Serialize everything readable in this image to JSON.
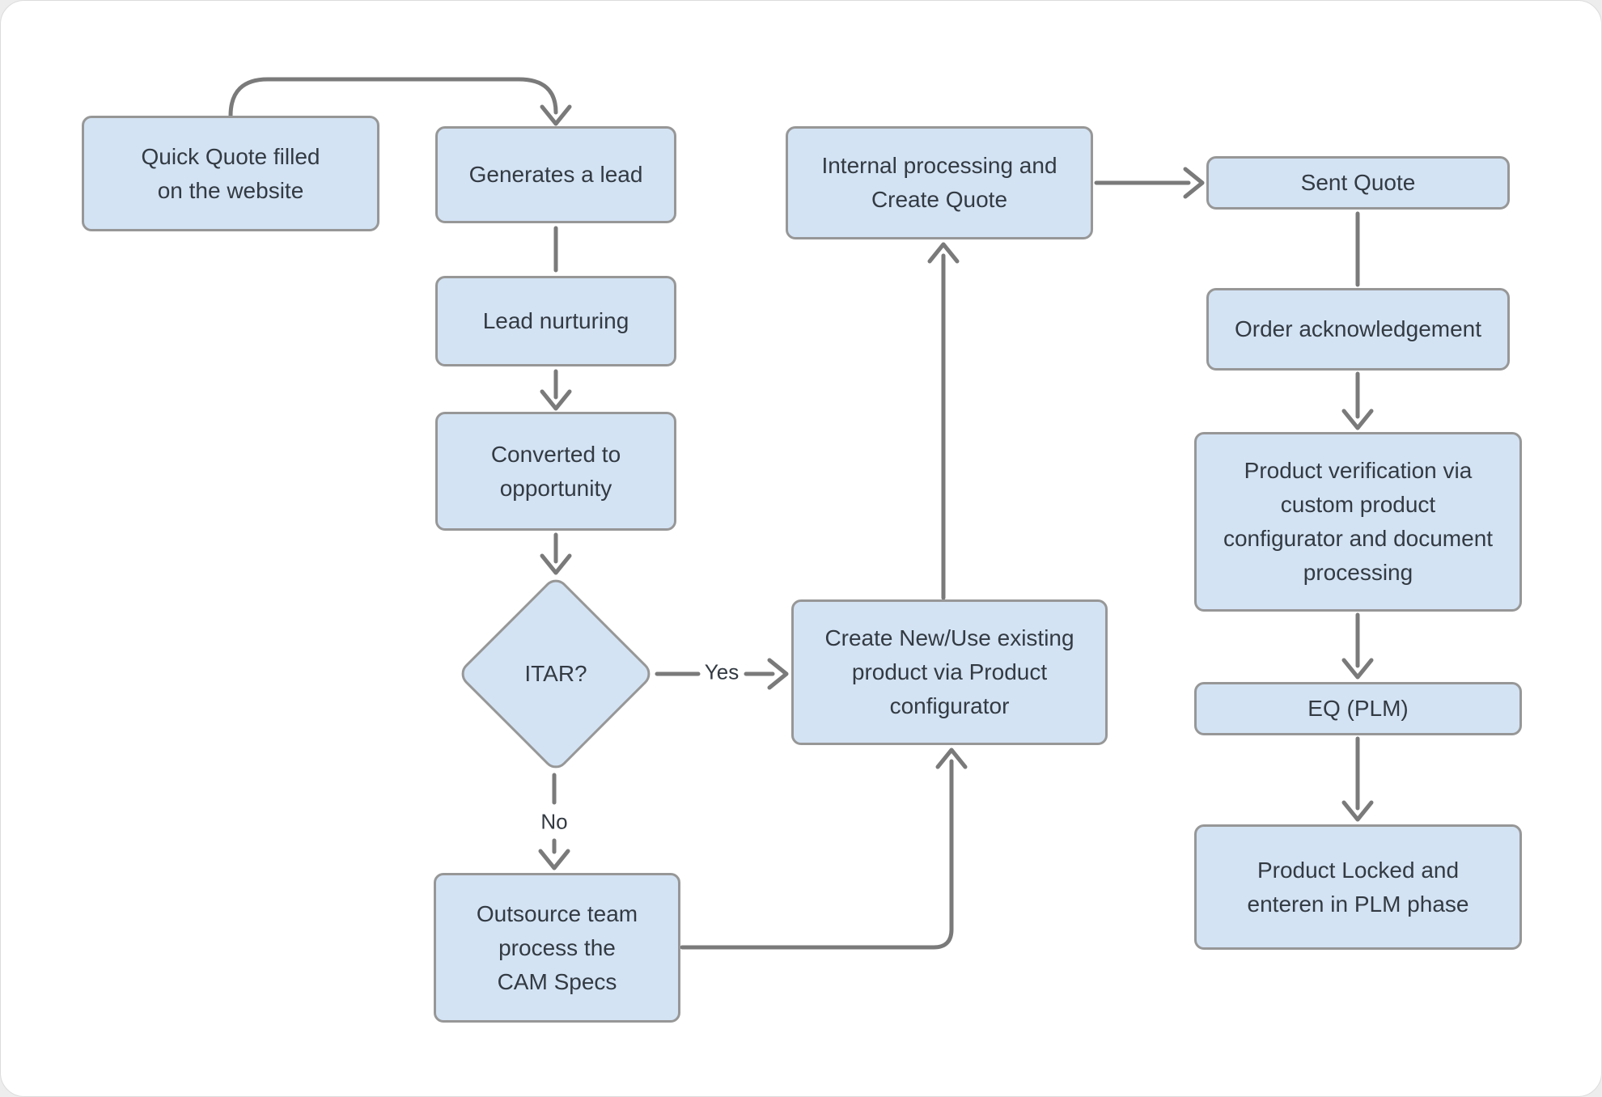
{
  "diagram": {
    "nodes": {
      "quick_quote": {
        "label": "Quick Quote filled\non the website",
        "type": "process"
      },
      "generates_lead": {
        "label": "Generates a lead",
        "type": "process"
      },
      "lead_nurturing": {
        "label": "Lead nurturing",
        "type": "process"
      },
      "converted_opportunity": {
        "label": "Converted to\nopportunity",
        "type": "process"
      },
      "itar": {
        "label": "ITAR?",
        "type": "decision"
      },
      "outsource_cam": {
        "label": "Outsource team\nprocess the\nCAM Specs",
        "type": "process"
      },
      "create_new_product": {
        "label": "Create New/Use existing\nproduct via Product\nconfigurator",
        "type": "process"
      },
      "internal_processing": {
        "label": "Internal processing and\nCreate Quote",
        "type": "process"
      },
      "sent_quote": {
        "label": "Sent Quote",
        "type": "process"
      },
      "order_acknowledgement": {
        "label": "Order acknowledgement",
        "type": "process"
      },
      "product_verification": {
        "label": "Product verification via\ncustom product\nconfigurator and document\nprocessing",
        "type": "process"
      },
      "eq_plm": {
        "label": "EQ (PLM)",
        "type": "process"
      },
      "product_locked": {
        "label": "Product Locked and\nenteren in PLM phase",
        "type": "process"
      }
    },
    "edge_labels": {
      "yes": "Yes",
      "no": "No"
    },
    "edges": [
      {
        "from": "quick_quote",
        "to": "generates_lead",
        "label": ""
      },
      {
        "from": "generates_lead",
        "to": "lead_nurturing",
        "label": ""
      },
      {
        "from": "lead_nurturing",
        "to": "converted_opportunity",
        "label": ""
      },
      {
        "from": "converted_opportunity",
        "to": "itar",
        "label": ""
      },
      {
        "from": "itar",
        "to": "create_new_product",
        "label": "Yes"
      },
      {
        "from": "itar",
        "to": "outsource_cam",
        "label": "No"
      },
      {
        "from": "outsource_cam",
        "to": "create_new_product",
        "label": ""
      },
      {
        "from": "create_new_product",
        "to": "internal_processing",
        "label": ""
      },
      {
        "from": "internal_processing",
        "to": "sent_quote",
        "label": ""
      },
      {
        "from": "sent_quote",
        "to": "order_acknowledgement",
        "label": ""
      },
      {
        "from": "order_acknowledgement",
        "to": "product_verification",
        "label": ""
      },
      {
        "from": "product_verification",
        "to": "eq_plm",
        "label": ""
      },
      {
        "from": "eq_plm",
        "to": "product_locked",
        "label": ""
      }
    ],
    "colors": {
      "canvas_bg": "#ffffff",
      "node_fill": "#d3e3f4",
      "node_border": "#979797",
      "connector": "#7a7a7a",
      "text": "#333a42"
    }
  }
}
